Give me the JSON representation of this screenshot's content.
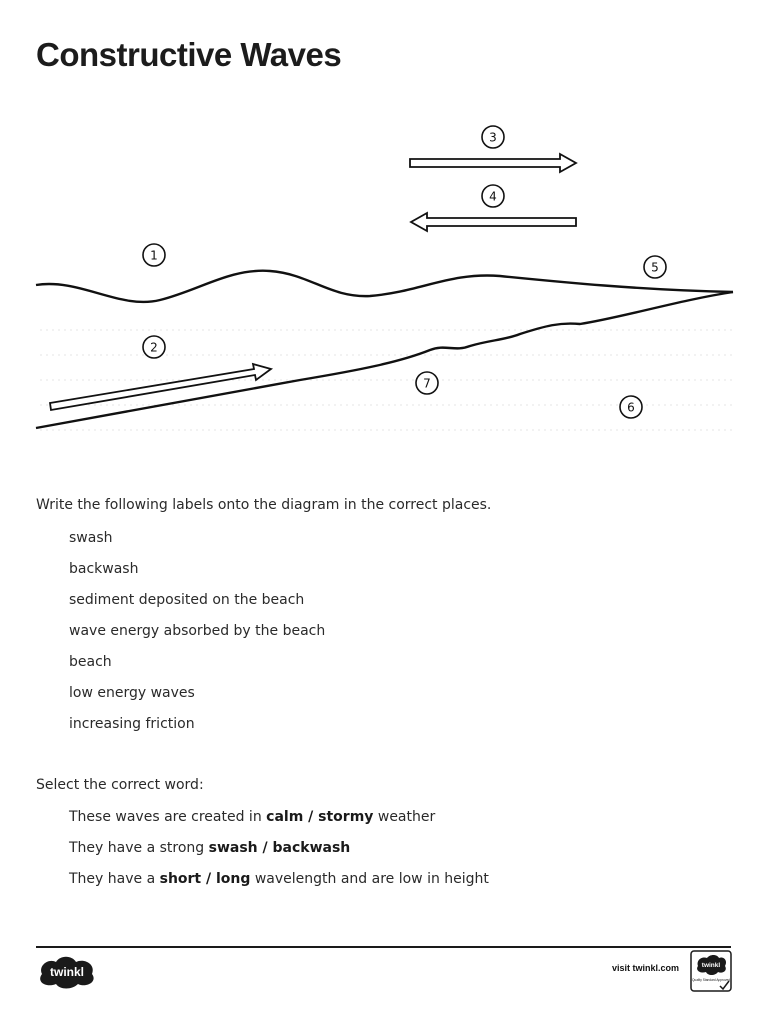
{
  "title": "Constructive Waves",
  "diagram": {
    "markers": [
      "1",
      "2",
      "3",
      "4",
      "5",
      "6",
      "7"
    ]
  },
  "instructions": {
    "labels_prompt": "Write the following labels onto the diagram in the correct places.",
    "labels": [
      "swash",
      "backwash",
      "sediment deposited on the beach",
      "wave energy absorbed by the beach",
      "beach",
      "low energy waves",
      "increasing friction"
    ],
    "select_prompt": "Select the correct word:",
    "select_items": [
      {
        "before": "These waves are created in ",
        "options": "calm / stormy",
        "after": " weather"
      },
      {
        "before": "They have a strong ",
        "options": "swash / backwash",
        "after": ""
      },
      {
        "before": "They have a ",
        "options": "short / long",
        "after": " wavelength and are low in height"
      }
    ]
  },
  "footer": {
    "logo_text": "twinkl",
    "visit_text": "visit twinkl.com",
    "badge_text": "twinkl",
    "badge_subtext": "Quality Standard Approved"
  }
}
